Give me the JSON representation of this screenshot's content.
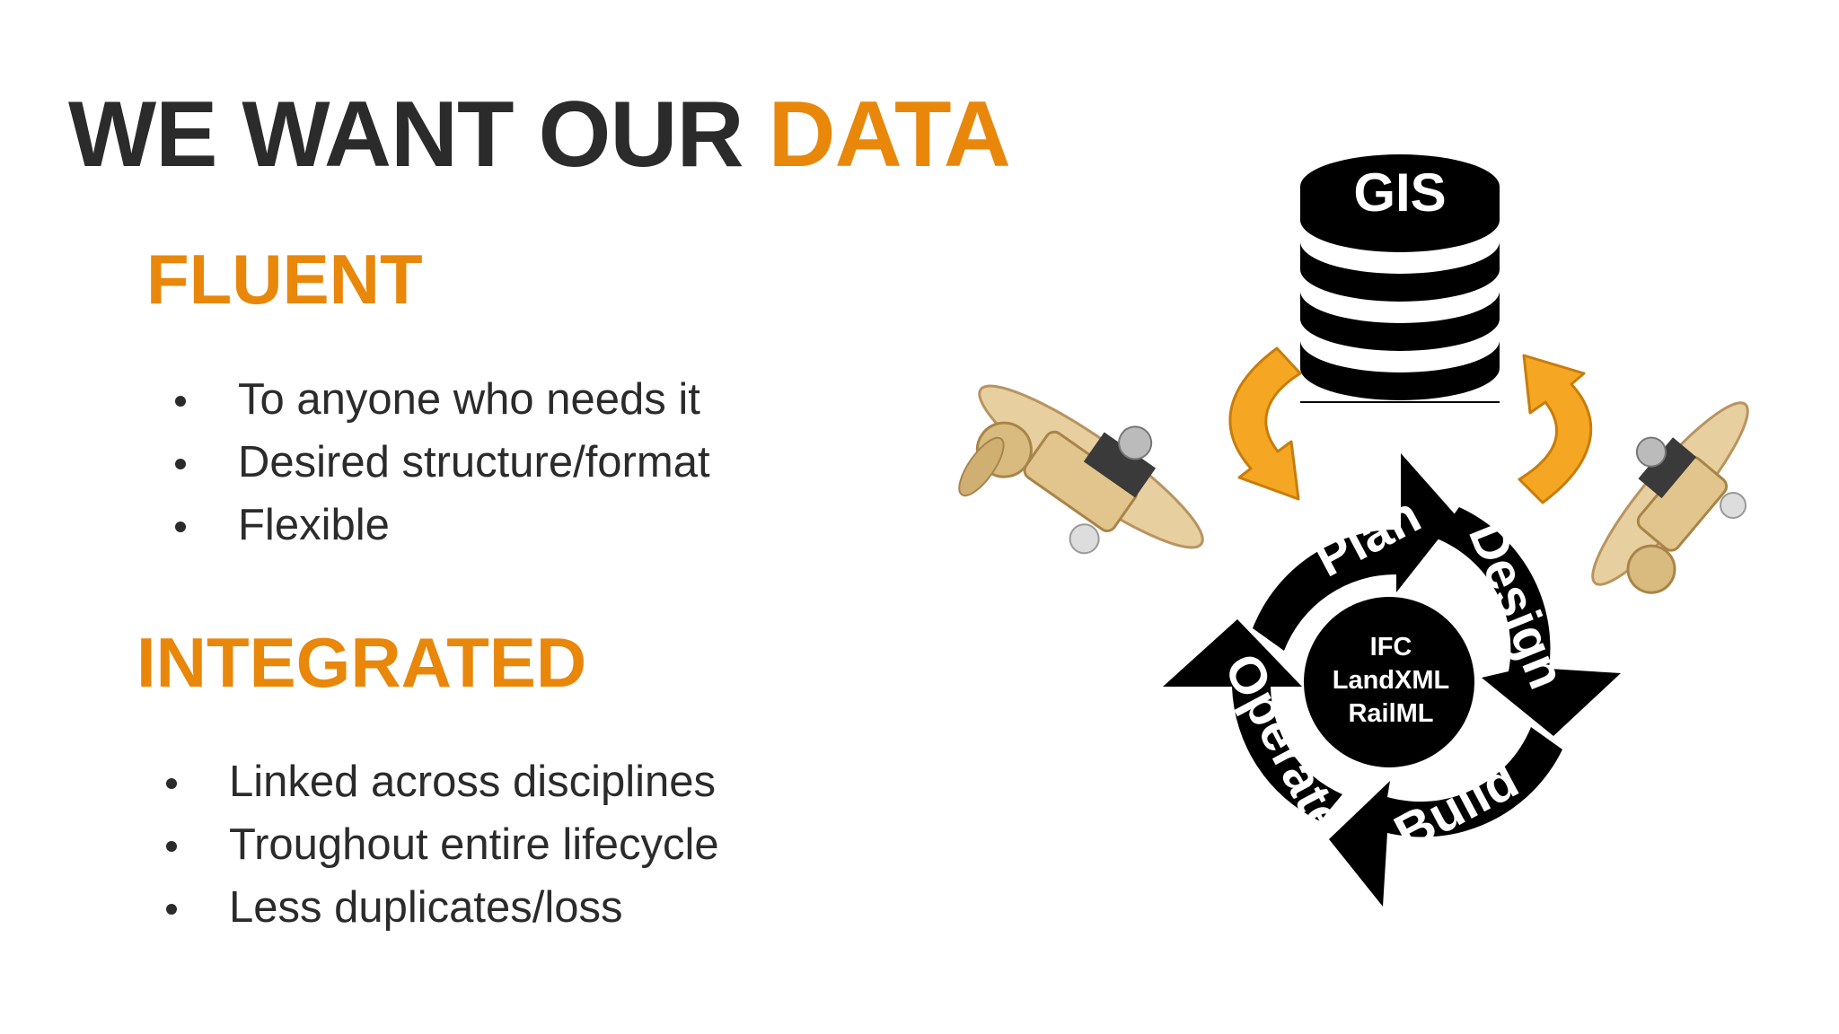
{
  "title": {
    "prefix": "WE WANT OUR ",
    "accent": "DATA"
  },
  "fluent": {
    "heading": "FLUENT",
    "items": [
      "To anyone who needs it",
      "Desired structure/format",
      "Flexible"
    ]
  },
  "integrated": {
    "heading": "INTEGRATED",
    "items": [
      "Linked across disciplines",
      "Troughout entire lifecycle",
      "Less duplicates/loss"
    ]
  },
  "diagram": {
    "database_label": "GIS",
    "cycle": [
      "Plan",
      "Design",
      "Build",
      "Operate"
    ],
    "center": [
      "IFC",
      "LandXML",
      "RailML"
    ],
    "icons": [
      "database-icon",
      "curved-arrow-icon",
      "toy-airplane-icon"
    ],
    "colors": {
      "accent": "#e8870a",
      "arrow_fill": "#f5a623",
      "text": "#2b2b2b",
      "cycle": "#000000"
    }
  }
}
